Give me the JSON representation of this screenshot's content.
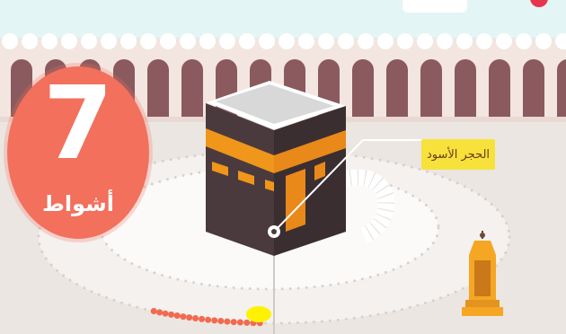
{
  "circuit": {
    "count": "7",
    "count_label": "أشواط"
  },
  "black_stone": {
    "label": "الحجر الأسود"
  },
  "colors": {
    "sky": "#e3f5f5",
    "arches": "#8a5a5e",
    "wall": "#f3e5df",
    "floor": "#ece6e2",
    "kaaba_body": "#4a3a3d",
    "kaaba_band": "#f0961a",
    "badge": "#f2705c",
    "label_bg": "#f7e23b",
    "lantern": "#f5a623",
    "progress_dots": "#f16a4f",
    "marker": "#fff200"
  }
}
